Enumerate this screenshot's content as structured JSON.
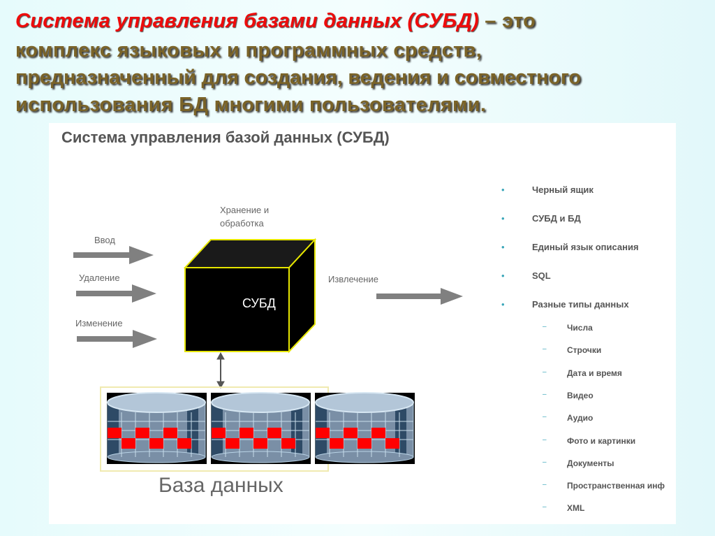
{
  "heading": {
    "term": "Система управления базами данных (СУБД)",
    "line1_rest": " – это",
    "line2": "комплекс языковых и программных средств,",
    "line3": "предназначенный для создания, ведения и совместного",
    "line4": "использования БД многими пользователями."
  },
  "diagram": {
    "title": "Система управления базой данных (СУБД)",
    "inputs": [
      "Ввод",
      "Удаление",
      "Изменение"
    ],
    "storage_label": [
      "Хранение и",
      "обработка"
    ],
    "box_label": "СУБД",
    "output": "Извлечение",
    "database_label": "База данных"
  },
  "list": {
    "items": [
      "Черный ящик",
      "СУБД и БД",
      "Единый язык описания",
      "SQL",
      "Разные типы данных"
    ],
    "subitems": [
      "Числа",
      "Строчки",
      "Дата и время",
      "Видео",
      "Аудио",
      "Фото и картинки",
      "Документы",
      "Пространственная инф",
      "XML"
    ]
  },
  "colors": {
    "term": "#ee0b0b",
    "text": "#7a6328",
    "box_border": "#e6e600",
    "red_cells": "#ff0000"
  }
}
